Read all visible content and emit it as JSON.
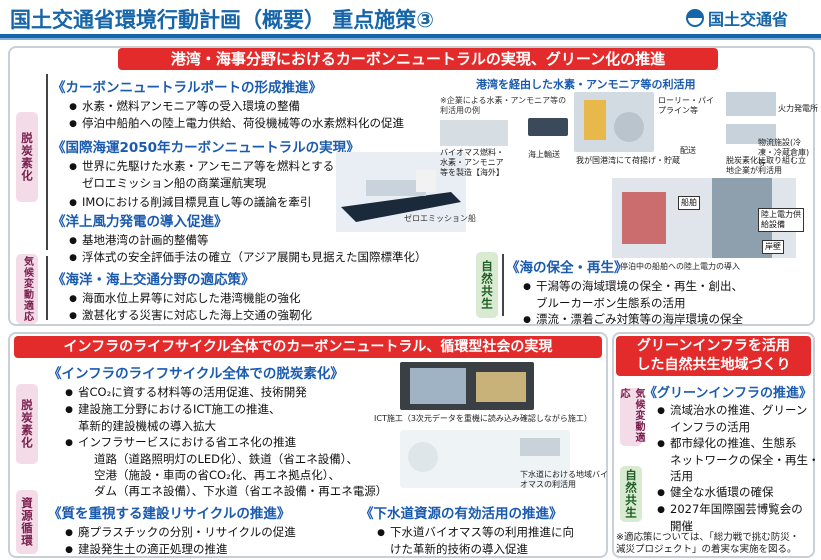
{
  "header": {
    "title": "国土交通省環境行動計画（概要） 重点施策③",
    "logo_text": "国土交通省"
  },
  "top_panel": {
    "banner": "港湾・海事分野におけるカーボンニュートラルの実現、グリーン化の推進",
    "labels": {
      "decarb": "脱炭素化",
      "adapt": "気候変動適応",
      "nature": "自然共生"
    },
    "sections": [
      {
        "title": "《カーボンニュートラルポートの形成推進》",
        "items": [
          [
            "水素・燃料アンモニア等の受入環境の整備"
          ],
          [
            "停泊中船舶への陸上電力供給、荷役機械等の水素燃料化の促進"
          ]
        ]
      },
      {
        "title": "《国際海運2050年カーボンニュートラルの実現》",
        "items": [
          [
            "世界に先駆けた水素・アンモニア等を燃料とする",
            "ゼロエミッション船の商業運航実現"
          ],
          [
            "IMOにおける削減目標見直し等の議論を牽引"
          ]
        ]
      },
      {
        "title": "《洋上風力発電の導入促進》",
        "items": [
          [
            "基地港湾の計画的整備等"
          ],
          [
            "浮体式の安全評価手法の確立（アジア展開も見据えた国際標準化）"
          ]
        ]
      },
      {
        "title": "《海洋・海上交通分野の適応策》",
        "items": [
          [
            "海面水位上昇等に対応した港湾機能の強化"
          ],
          [
            "激甚化する災害に対応した海上交通の強靭化"
          ]
        ]
      },
      {
        "title": "《海の保全・再生》",
        "items": [
          [
            "干潟等の海域環境の保全・再生・創出、",
            "ブルーカーボン生態系の活用"
          ],
          [
            "漂流・漂着ごみ対策等の海岸環境の保全"
          ]
        ]
      }
    ],
    "diagram": {
      "header": "港湾を経由した水素・アンモニア等の利活用",
      "note": "※企業による水素・アンモニア等の利活用の例",
      "source": "バイオマス燃料・水素・アンモニア等を製造【海外】",
      "transport_sea": "海上輸送",
      "storage": "我が国港湾にて荷揚げ・貯蔵",
      "pipeline": "ローリー・パイプライン等",
      "delivery": "配送",
      "power": "火力発電所",
      "logistics": "物流施設(冷凍・冷蔵倉庫) 等",
      "users": "脱炭素化に取り組む立地企業が利活用",
      "zero_ship": "ゼロエミッション船",
      "ship_tag": "船舶",
      "shore_power": "陸上電力供給設備",
      "quay": "岸壁",
      "caption": "停泊中の船舶への陸上電力の導入"
    }
  },
  "bottom_left": {
    "banner": "インフラのライフサイクル全体でのカーボンニュートラル、循環型社会の実現",
    "labels": {
      "decarb": "脱炭素化",
      "circular": "資源循環"
    },
    "sections": [
      {
        "title": "《インフラのライフサイクル全体での脱炭素化》",
        "items": [
          [
            "省CO₂に資する材料等の活用促進、技術開発"
          ],
          [
            "建設施工分野におけるICT施工の推進、",
            "革新的建設機械の導入拡大"
          ],
          [
            "インフラサービスにおける省エネ化の推進"
          ]
        ],
        "extra": [
          "道路（道路照明灯のLED化）、鉄道（省エネ設備）、",
          "空港（施設・車両の省CO₂化、再エネ拠点化）、",
          "ダム（再エネ設備）、下水道（省エネ設備・再エネ電源）"
        ]
      },
      {
        "title": "《質を重視する建設リサイクルの推進》",
        "items": [
          [
            "廃プラスチックの分別・リサイクルの促進"
          ],
          [
            "建設発生土の適正処理の推進"
          ]
        ]
      },
      {
        "title": "《下水道資源の有効活用の推進》",
        "items": [
          [
            "下水道バイオマス等の利用推進に向",
            "けた革新的技術の導入促進"
          ]
        ]
      }
    ],
    "ict_caption": "ICT施工（3次元データを重機に読み込み確認しながら施工）",
    "sewer_caption": "下水道における地域バイオマスの利活用"
  },
  "bottom_right": {
    "banner_line1": "グリーンインフラを活用",
    "banner_line2": "した自然共生地域づくり",
    "labels": {
      "adapt": "気候変動適応",
      "nature": "自然共生"
    },
    "title": "《グリーンインフラの推進》",
    "items": [
      [
        "流域治水の推進、グリーン",
        "インフラの活用"
      ],
      [
        "都市緑化の推進、生態系",
        "ネットワークの保全・再生・",
        "活用"
      ],
      [
        "健全な水循環の確保"
      ],
      [
        "2027年国際園芸博覧会の",
        "開催"
      ]
    ],
    "note_line1": "※適応策については、「総力戦で挑む防災・",
    "note_line2": "減災プロジェクト」の着実な実施を図る。"
  },
  "colors": {
    "banner_red": "#e32b2b",
    "title_blue": "#1565a8",
    "section_blue": "#1a5bb0"
  }
}
